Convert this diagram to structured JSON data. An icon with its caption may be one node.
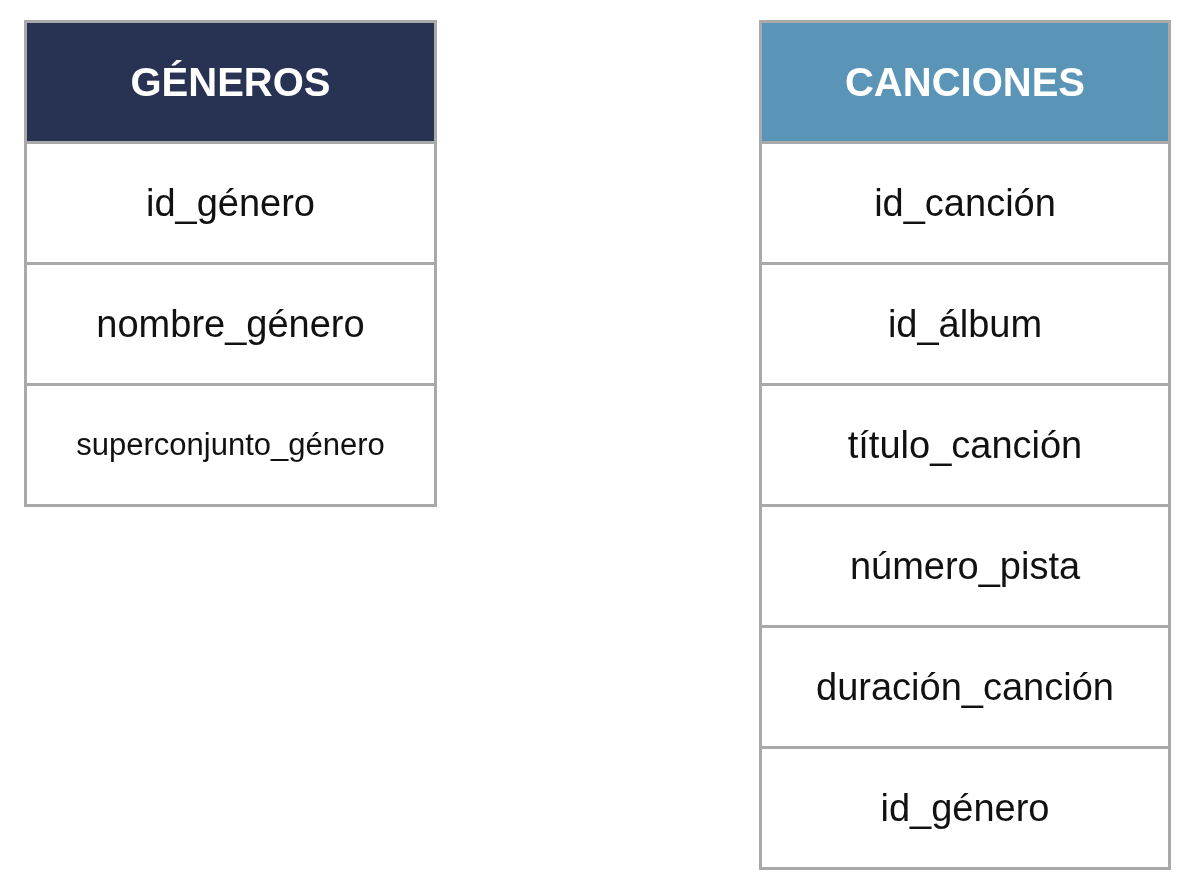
{
  "diagram": {
    "nodes": [
      {
        "text": [
          "GÉNEROS"
        ]
      },
      {
        "text": [
          "id_género"
        ],
        "in": 0
      },
      {
        "text": [
          "nombre_género"
        ],
        "in": 0
      },
      {
        "text": [
          "superconjunto_género"
        ],
        "in": 0
      },
      {
        "text": [
          "CANCIONES"
        ]
      },
      {
        "text": [
          "id_canción"
        ],
        "in": 4
      },
      {
        "text": [
          "id_álbum"
        ],
        "in": 4
      },
      {
        "text": [
          "título_canción"
        ],
        "in": 4
      },
      {
        "text": [
          "número_pista"
        ],
        "in": 4
      },
      {
        "text": [
          "duración_canción"
        ],
        "in": 4
      },
      {
        "text": [
          "id_género"
        ],
        "in": 4
      }
    ]
  }
}
